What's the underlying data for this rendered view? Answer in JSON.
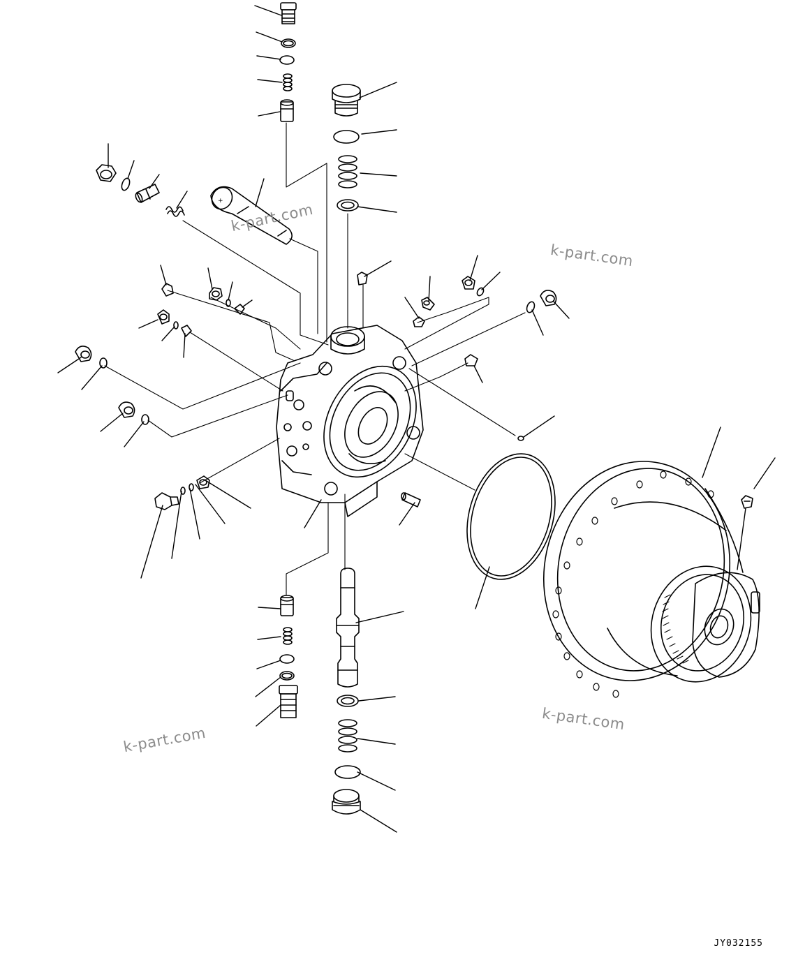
{
  "diagram": {
    "drawing_code": "JY032155",
    "watermarks": [
      "k-part.com",
      "k-part.com",
      "k-part.com",
      "k-part.com"
    ]
  }
}
